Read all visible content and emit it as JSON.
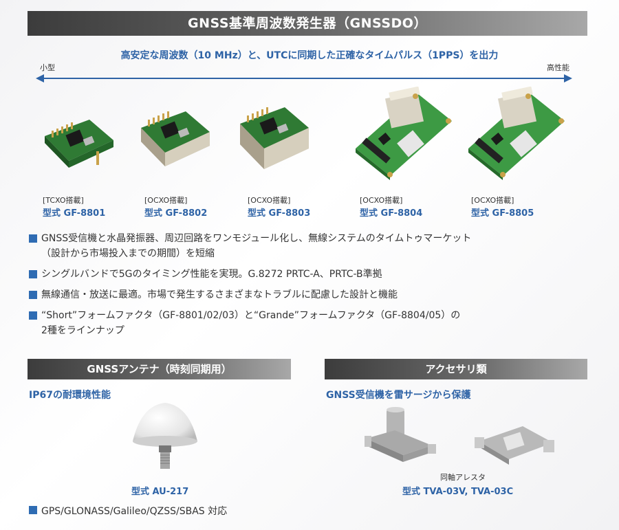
{
  "header": {
    "title": "GNSS基準周波数発生器（GNSSDO）"
  },
  "subtitle": "高安定な周波数（10 MHz）と、UTCに同期した正確なタイムパルス（1PPS）を出力",
  "scale": {
    "left": "小型",
    "right": "高性能"
  },
  "products": [
    {
      "tag": "[TCXO搭載]",
      "model": "型式 GF-8801"
    },
    {
      "tag": "[OCXO搭載]",
      "model": "型式 GF-8802"
    },
    {
      "tag": "[OCXO搭載]",
      "model": "型式 GF-8803"
    },
    {
      "tag": "[OCXO搭載]",
      "model": "型式 GF-8804"
    },
    {
      "tag": "[OCXO搭載]",
      "model": "型式 GF-8805"
    }
  ],
  "features": [
    {
      "line1": "GNSS受信機と水晶発振器、周辺回路をワンモジュール化し、無線システムのタイムトゥマーケット",
      "line2": "（設計から市場投入までの期間）を短縮"
    },
    {
      "line1": "シングルバンドで5Gのタイミング性能を実現。G.8272 PRTC-A、PRTC-B準拠",
      "line2": ""
    },
    {
      "line1": "無線通信・放送に最適。市場で発生するさまざまなトラブルに配慮した設計と機能",
      "line2": ""
    },
    {
      "line1": "“Short”フォームファクタ（GF-8801/02/03）と“Grande”フォームファクタ（GF-8804/05）の",
      "line2": "2種をラインナップ"
    }
  ],
  "antenna": {
    "title": "GNSSアンテナ（時刻同期用）",
    "subtitle": "IP67の耐環境性能",
    "model": "型式 AU-217",
    "feature": "GPS/GLONASS/Galileo/QZSS/SBAS 対応"
  },
  "accessory": {
    "title": "アクセサリ類",
    "subtitle": "GNSS受信機を雷サージから保護",
    "caption": "同軸アレスタ",
    "model": "型式 TVA-03V, TVA-03C"
  },
  "colors": {
    "accent": "#2e63a6",
    "bullet": "#2f6cb3",
    "pcb": "#3d8a3a"
  }
}
